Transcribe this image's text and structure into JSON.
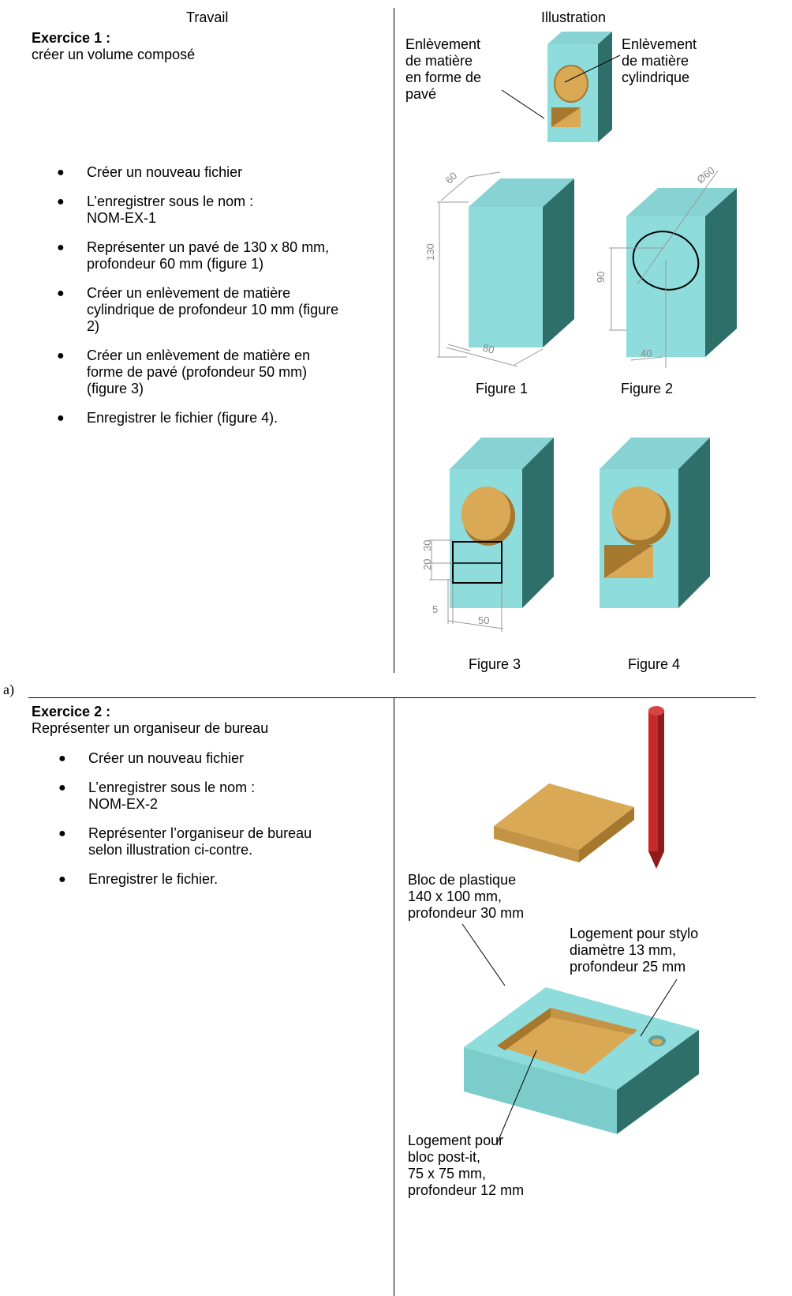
{
  "header": {
    "col_work": "Travail",
    "col_illustration": "Illustration"
  },
  "exercise1": {
    "title": "Exercice 1 :",
    "subtitle": "créer un volume composé",
    "steps": [
      [
        "Créer un nouveau fichier"
      ],
      [
        "L’enregistrer sous le nom :",
        "NOM-EX-1"
      ],
      [
        "Représenter un pavé de 130 x 80 mm,",
        "profondeur 60 mm (figure 1)"
      ],
      [
        "Créer un enlèvement de matière",
        "cylindrique de profondeur 10 mm (figure",
        "2)"
      ],
      [
        "Créer un enlèvement de matière en",
        "forme de pavé (profondeur 50 mm)",
        "(figure 3)"
      ],
      [
        "Enregistrer le fichier (figure 4)."
      ]
    ],
    "label_box_cut": [
      "Enlèvement",
      "de matière",
      "en forme de",
      "pavé"
    ],
    "label_cyl_cut": [
      "Enlèvement",
      "de matière",
      "cylindrique"
    ],
    "figure_captions": [
      "Figure 1",
      "Figure 2",
      "Figure 3",
      "Figure 4"
    ],
    "dims": {
      "fig1": [
        "60",
        "130",
        "80"
      ],
      "fig2": [
        "Ø60",
        "90",
        "40"
      ],
      "fig3": [
        "30",
        "20",
        "5",
        "50"
      ]
    }
  },
  "separator_label": "a)",
  "exercise2": {
    "title": "Exercice 2 :",
    "subtitle": "Représenter un organiseur de bureau",
    "steps": [
      [
        "Créer un nouveau fichier"
      ],
      [
        "L’enregistrer sous le nom :",
        "NOM-EX-2"
      ],
      [
        "Représenter l’organiseur de bureau",
        "selon illustration ci-contre."
      ],
      [
        "Enregistrer le fichier."
      ]
    ],
    "label_block": [
      "Bloc de plastique",
      "140 x 100 mm,",
      "profondeur 30 mm"
    ],
    "label_pen": [
      "Logement pour stylo",
      "diamètre 13 mm,",
      "profondeur 25 mm"
    ],
    "label_postit": [
      "Logement pour",
      "bloc post-it,",
      "75 x 75 mm,",
      "profondeur 12 mm"
    ]
  },
  "colors": {
    "block_front": "#8edcdc",
    "block_top": "#7ccccc",
    "block_side": "#2f6f6a",
    "cut_face": "#d9a956",
    "cut_dark": "#a6782e",
    "pen": "#c62a2a"
  },
  "icons": [
    "bullet-icon",
    "pen-icon"
  ]
}
